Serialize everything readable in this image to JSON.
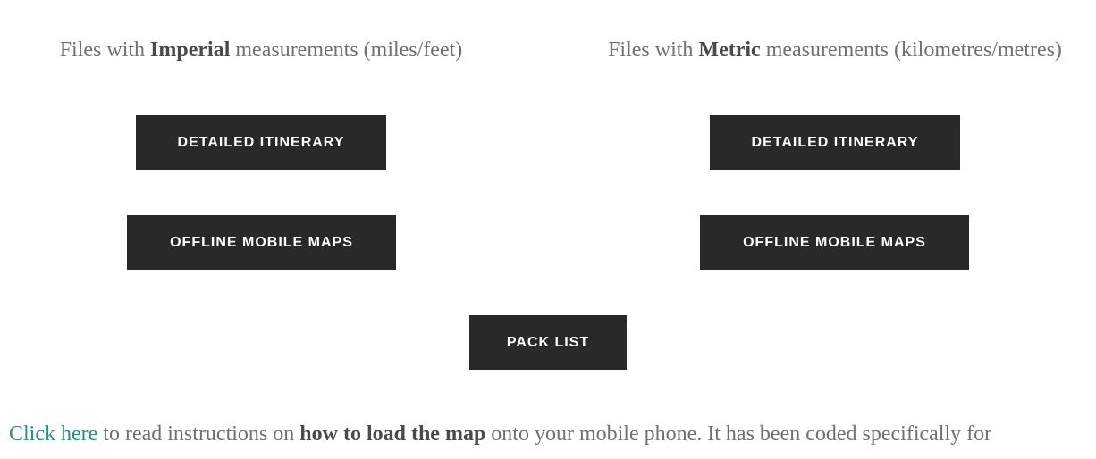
{
  "imperial": {
    "prefix": "Files with ",
    "bold": "Imperial",
    "suffix": " measurements (miles/feet)",
    "itinerary_label": "DETAILED ITINERARY",
    "maps_label": "OFFLINE MOBILE MAPS"
  },
  "metric": {
    "prefix": "Files with ",
    "bold": "Metric",
    "suffix": " measurements (kilometres/metres)",
    "itinerary_label": "DETAILED ITINERARY",
    "maps_label": "OFFLINE MOBILE MAPS"
  },
  "pack_list_label": "PACK LIST",
  "instructions": {
    "link": "Click here",
    "text1": " to read instructions on ",
    "bold": "how to load the map",
    "text2": " onto your mobile phone.  It has been coded specifically for"
  },
  "colors": {
    "button_bg": "#292929",
    "link": "#2a8f80"
  }
}
